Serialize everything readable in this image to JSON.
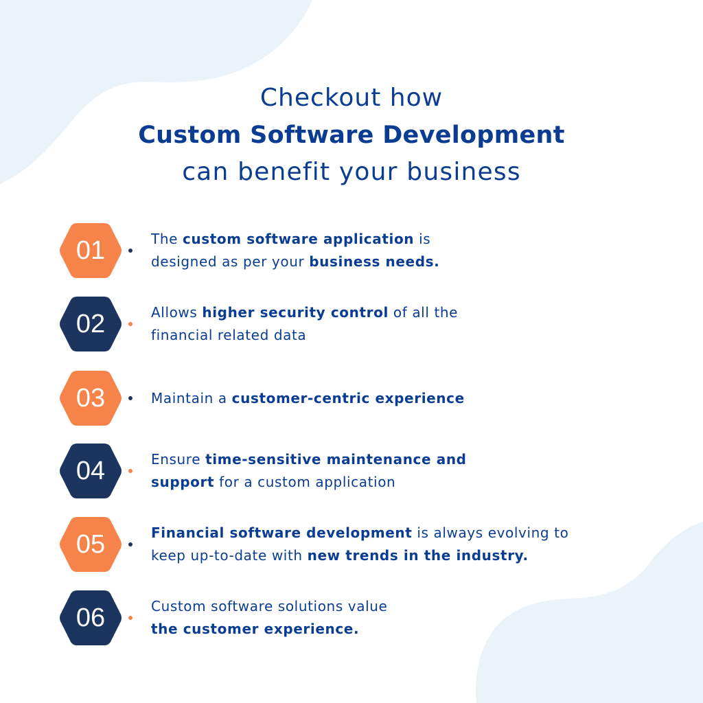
{
  "colors": {
    "text_blue": "#0a3d91",
    "orange": "#f5834a",
    "navy": "#1c355e",
    "blob": "#eaf2fa",
    "background": "#ffffff"
  },
  "header": {
    "line1": "Checkout how",
    "line2": "Custom Software Development",
    "line3": "can benefit your business"
  },
  "items": [
    {
      "number": "01",
      "hex_color": "orange",
      "dot_color": "navy",
      "lines": [
        [
          {
            "t": "The ",
            "b": false
          },
          {
            "t": "custom software application",
            "b": true
          },
          {
            "t": " is",
            "b": false
          }
        ],
        [
          {
            "t": "designed as per your ",
            "b": false
          },
          {
            "t": "business needs.",
            "b": true
          }
        ]
      ]
    },
    {
      "number": "02",
      "hex_color": "navy",
      "dot_color": "orange",
      "lines": [
        [
          {
            "t": "Allows ",
            "b": false
          },
          {
            "t": "higher security control",
            "b": true
          },
          {
            "t": " of all the",
            "b": false
          }
        ],
        [
          {
            "t": "financial related data",
            "b": false
          }
        ]
      ]
    },
    {
      "number": "03",
      "hex_color": "orange",
      "dot_color": "navy",
      "lines": [
        [
          {
            "t": "Maintain a ",
            "b": false
          },
          {
            "t": "customer-centric experience",
            "b": true
          }
        ]
      ]
    },
    {
      "number": "04",
      "hex_color": "navy",
      "dot_color": "orange",
      "lines": [
        [
          {
            "t": "Ensure ",
            "b": false
          },
          {
            "t": "time-sensitive maintenance and",
            "b": true
          }
        ],
        [
          {
            "t": "support",
            "b": true
          },
          {
            "t": " for a custom application",
            "b": false
          }
        ]
      ]
    },
    {
      "number": "05",
      "hex_color": "orange",
      "dot_color": "navy",
      "lines": [
        [
          {
            "t": "Financial software development",
            "b": true
          },
          {
            "t": " is always evolving to",
            "b": false
          }
        ],
        [
          {
            "t": "keep up-to-date with ",
            "b": false
          },
          {
            "t": "new trends in the industry.",
            "b": true
          }
        ]
      ]
    },
    {
      "number": "06",
      "hex_color": "navy",
      "dot_color": "orange",
      "lines": [
        [
          {
            "t": "Custom software solutions value",
            "b": false
          }
        ],
        [
          {
            "t": "the customer experience.",
            "b": true
          }
        ]
      ]
    }
  ]
}
